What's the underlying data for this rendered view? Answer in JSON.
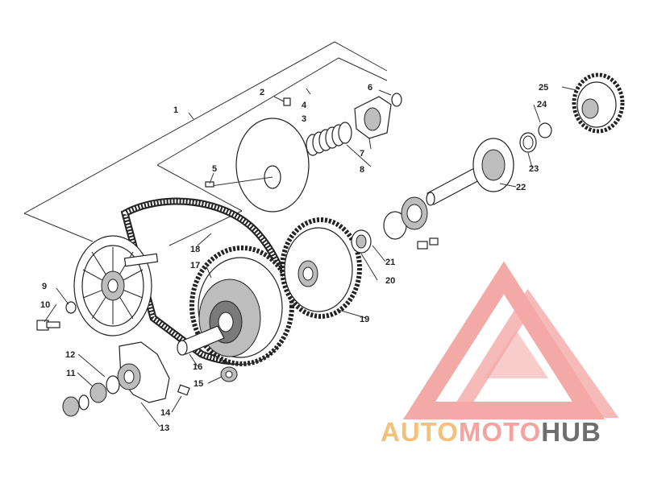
{
  "diagram": {
    "callouts": [
      "1",
      "2",
      "3",
      "4",
      "5",
      "6",
      "7",
      "8",
      "9",
      "10",
      "11",
      "12",
      "13",
      "14",
      "15",
      "16",
      "17",
      "18",
      "19",
      "20",
      "21",
      "22",
      "23",
      "24",
      "25"
    ]
  },
  "watermark": {
    "word_part1": "AUTO",
    "word_part2": "MOTO",
    "word_part3": "HUB",
    "colors": {
      "auto": "#f4c07a",
      "moto": "#f4a3a0",
      "hub": "#6e6e6e",
      "logo": "#f29b97"
    }
  }
}
